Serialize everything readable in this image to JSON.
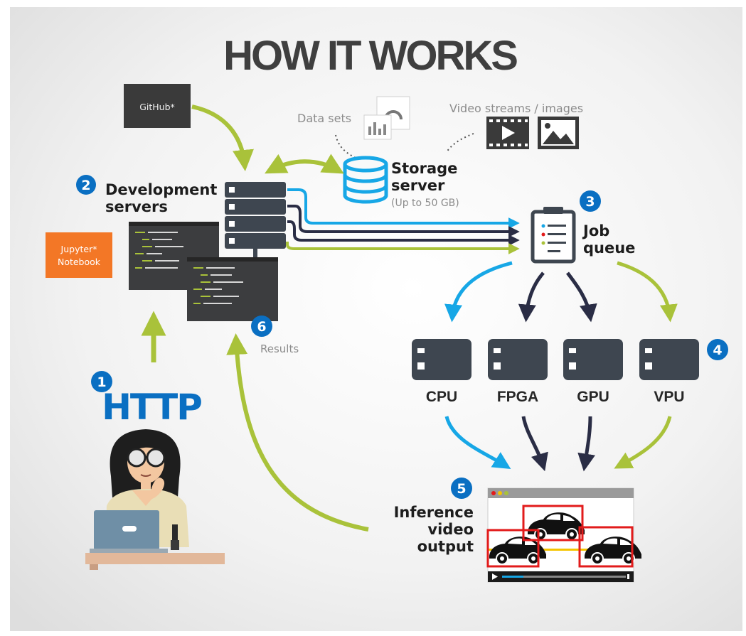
{
  "title": "HOW IT WORKS",
  "github": {
    "label": "GitHub*"
  },
  "jupyter": {
    "line1": "Jupyter*",
    "line2": "Notebook"
  },
  "data_sets": {
    "label": "Data sets"
  },
  "video_streams": {
    "label": "Video streams / images"
  },
  "storage": {
    "line1": "Storage",
    "line2": "server",
    "size": "(Up to 50 GB)"
  },
  "steps": {
    "s1": {
      "num": "1",
      "label": "HTTP"
    },
    "s2": {
      "num": "2",
      "line1": "Development",
      "line2": "servers"
    },
    "s3": {
      "num": "3",
      "line1": "Job",
      "line2": "queue"
    },
    "s4": {
      "num": "4"
    },
    "s5": {
      "num": "5",
      "line1": "Inference",
      "line2": "video",
      "line3": "output"
    },
    "s6": {
      "num": "6",
      "label": "Results"
    }
  },
  "processors": [
    "CPU",
    "FPGA",
    "GPU",
    "VPU"
  ],
  "colors": {
    "accent_blue": "#0a6fc2",
    "arrow_blue": "#17a7e6",
    "arrow_green": "#a9c23a",
    "arrow_navy": "#2a2d45",
    "server_dark": "#3e4650",
    "jupyter_orange": "#f37726",
    "github_bg": "#3a3a3a",
    "detection_red": "#e21b1b"
  },
  "icons": [
    "github-logo",
    "jupyter-logo",
    "database-icon",
    "clipboard-icon",
    "film-icon",
    "image-icon",
    "server-icon",
    "laptop-icon",
    "car-icon"
  ]
}
